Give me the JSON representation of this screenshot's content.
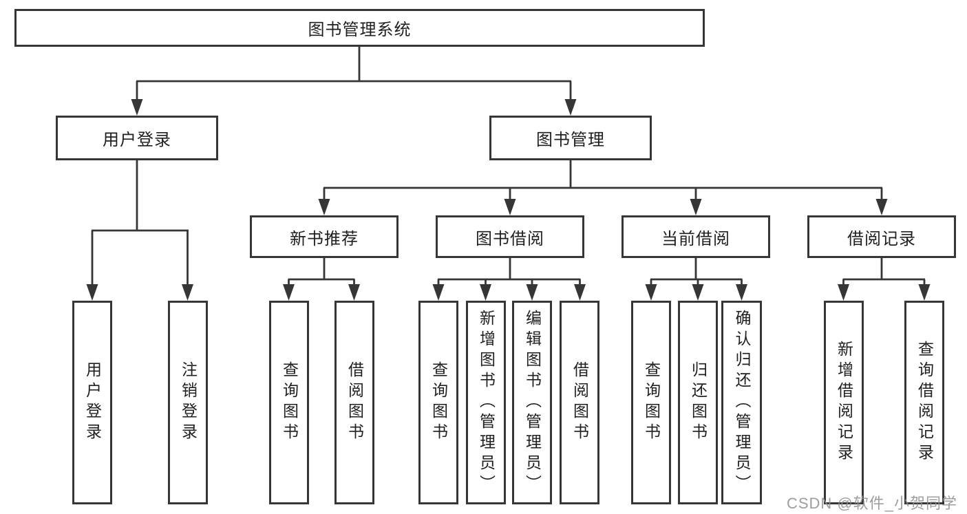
{
  "watermark": "CSDN @软件_小贺同学",
  "nodes": {
    "root": {
      "label": "图书管理系统"
    },
    "login": {
      "label": "用户登录"
    },
    "book_mgmt": {
      "label": "图书管理"
    },
    "new_book": {
      "label": "新书推荐"
    },
    "book_borrow": {
      "label": "图书借阅"
    },
    "current_borrow": {
      "label": "当前借阅"
    },
    "borrow_records": {
      "label": "借阅记录"
    },
    "login_user_login": {
      "label": "用户登录"
    },
    "login_logout": {
      "label": "注销登录"
    },
    "nb_query_book": {
      "label": "查询图书"
    },
    "nb_borrow_book": {
      "label": "借阅图书"
    },
    "bb_query_book": {
      "label": "查询图书"
    },
    "bb_add_book": {
      "label": "新增图书（管理员）"
    },
    "bb_edit_book": {
      "label": "编辑图书（管理员）"
    },
    "bb_borrow_book": {
      "label": "借阅图书"
    },
    "cb_query_book": {
      "label": "查询图书"
    },
    "cb_return_book": {
      "label": "归还图书"
    },
    "cb_confirm_return": {
      "label": "确认归还（管理员）"
    },
    "br_add_record": {
      "label": "新增借阅记录"
    },
    "br_query_record": {
      "label": "查询借阅记录"
    }
  },
  "hierarchy": {
    "图书管理系统": {
      "用户登录": [
        "用户登录",
        "注销登录"
      ],
      "图书管理": {
        "新书推荐": [
          "查询图书",
          "借阅图书"
        ],
        "图书借阅": [
          "查询图书",
          "新增图书（管理员）",
          "编辑图书（管理员）",
          "借阅图书"
        ],
        "当前借阅": [
          "查询图书",
          "归还图书",
          "确认归还（管理员）"
        ],
        "借阅记录": [
          "新增借阅记录",
          "查询借阅记录"
        ]
      }
    }
  },
  "colors": {
    "line": "#363636",
    "box_border": "#363636",
    "text": "#1f1f1f",
    "watermark": "#8c8c8c",
    "background": "#ffffff"
  }
}
